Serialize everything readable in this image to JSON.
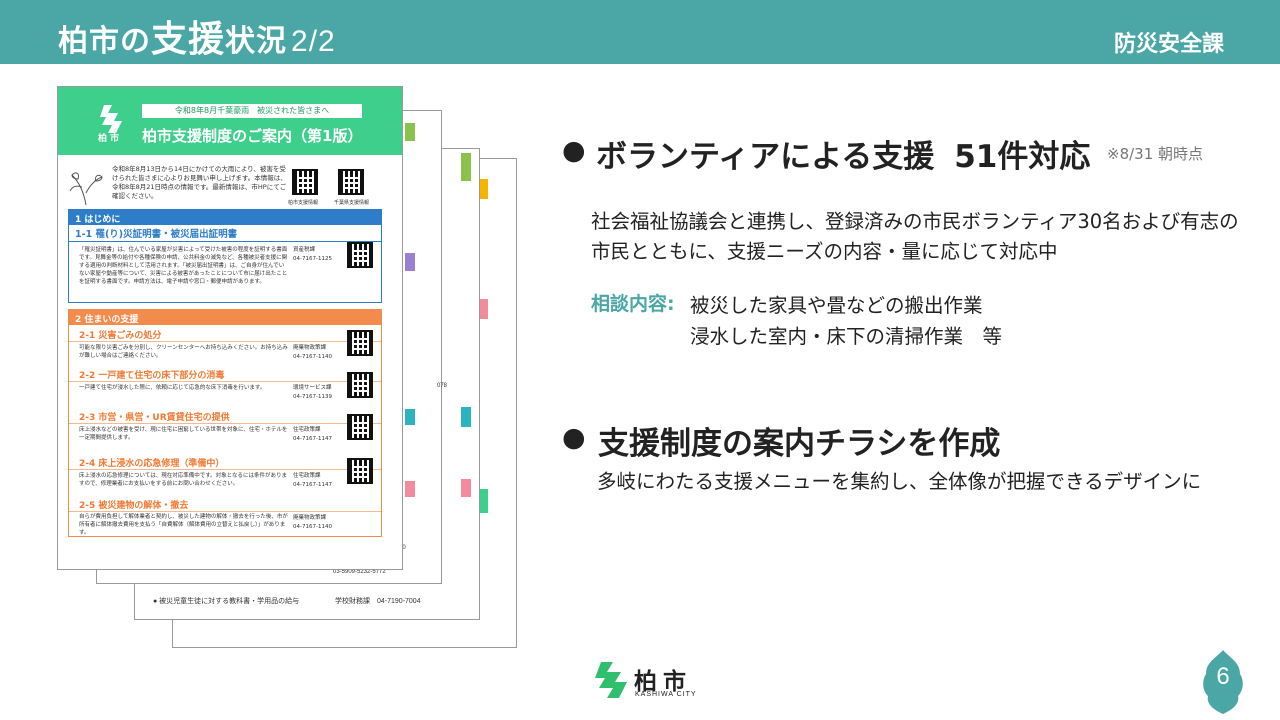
{
  "header": {
    "title_pre": "柏市の",
    "title_big": "支援",
    "title_post": "状況",
    "title_num": "2/2",
    "dept": "防災安全課"
  },
  "flyer": {
    "logo_text": "柏 市",
    "banner": "令和8年8月千葉豪雨　被災された皆さまへ",
    "title": "柏市支援制度のご案内（第1版）",
    "intro": "令和8年8月13日から14日にかけての大雨により、被害を受けられた皆さまに心よりお見舞い申し上げます。本情報は、令和8年8月21日時点の情報です。最新情報は、市HPにてご確認ください。",
    "qr1_caption": "柏市支援情報",
    "qr2_caption": "千葉県支援情報",
    "section1": {
      "head": "1 はじめに",
      "sub": "1-1 罹(り)災証明書・被災届出証明書",
      "body": "「罹災証明書」は、住んでいる家屋が災害によって受けた被害の程度を証明する書面です。見舞金等の給付や各種保険の申請、公共料金の減免など、各種被災者支援に関する適用の判断材料として活用されます。「被災届出証明書」は、ご自身が住んでいない家屋や動産等について、災害による被害があったことについて市に届け出たことを証明する書面です。申請方法は、電子申請や窓口・郵便申請があります。",
      "contact": "資産税課\n04-7167-1125"
    },
    "section2": {
      "head": "2 住まいの支援",
      "items": [
        {
          "sub": "2-1 災害ごみの処分",
          "body": "可能な限り災害ごみを分別し、クリーンセンターへお持ち込みください。お持ち込みが難しい場合はご連絡ください。",
          "contact": "廃棄物政策課\n04-7167-1140"
        },
        {
          "sub": "2-2 一戸建て住宅の床下部分の消毒",
          "body": "一戸建て住宅が浸水した際に、依頼に応じて応急的な床下消毒を行います。",
          "contact": "環境サービス課\n04-7167-1139"
        },
        {
          "sub": "2-3 市営・県営・UR賃貸住宅の提供",
          "body": "床上浸水などの被害を受け、現に住宅に困窮している世帯を対象に、住宅・ホテルを一定期間提供します。",
          "contact": "住宅政策課\n04-7167-1147"
        },
        {
          "sub": "2-4 床上浸水の応急修理（準備中）",
          "body": "床上浸水の応急修理については、現在対応準備中です。対象となるには条件がありますので、修理業者にお支払いをする前にお問い合わせください。",
          "contact": "住宅政策課\n04-7167-1147"
        },
        {
          "sub": "2-5 被災建物の解体・撤去",
          "body": "自らが費用負担して解体業者と契約し、被災した建物の解体・撤去を行った後、市が所有者に解体撤去費用を支払う「自費解体（解体費用の立替えと払戻し）」があります。",
          "contact": "廃棄物政策課\n04-7167-1140"
        }
      ]
    },
    "back_text_1": "● 被災児童生徒に対する教科書・学用品の給与",
    "back_text_2": "学校財務課　04-7190-7004",
    "back_text_3": "03-5909-5232-5772",
    "back_text_4": "20",
    "back_text_5": "078"
  },
  "content": {
    "bullet": "●",
    "heading1": "ボランティアによる支援",
    "heading1_count": "51件対応",
    "heading1_note": "※8/31 朝時点",
    "para1": "社会福祉協議会と連携し、登録済みの市民ボランティア30名および有志の市民とともに、支援ニーズの内容・量に応じて対応中",
    "consult_label": "相談内容:",
    "consult_items": [
      "被災した家具や畳などの搬出作業",
      "浸水した室内・床下の清掃作業　等"
    ],
    "heading2": "支援制度の案内チラシを作成",
    "para2": "多岐にわたる支援メニューを集約し、全体像が把握できるデザインに"
  },
  "footer": {
    "city_name": "柏市",
    "city_en": "KASHIWA CITY",
    "page_number": "6"
  },
  "colors": {
    "header": "#4aa7a6",
    "flyer_green": "#3fcf8c",
    "section_blue": "#2e7dc9",
    "section_orange": "#f28b4b",
    "logo_green": "#2fbf6f"
  }
}
